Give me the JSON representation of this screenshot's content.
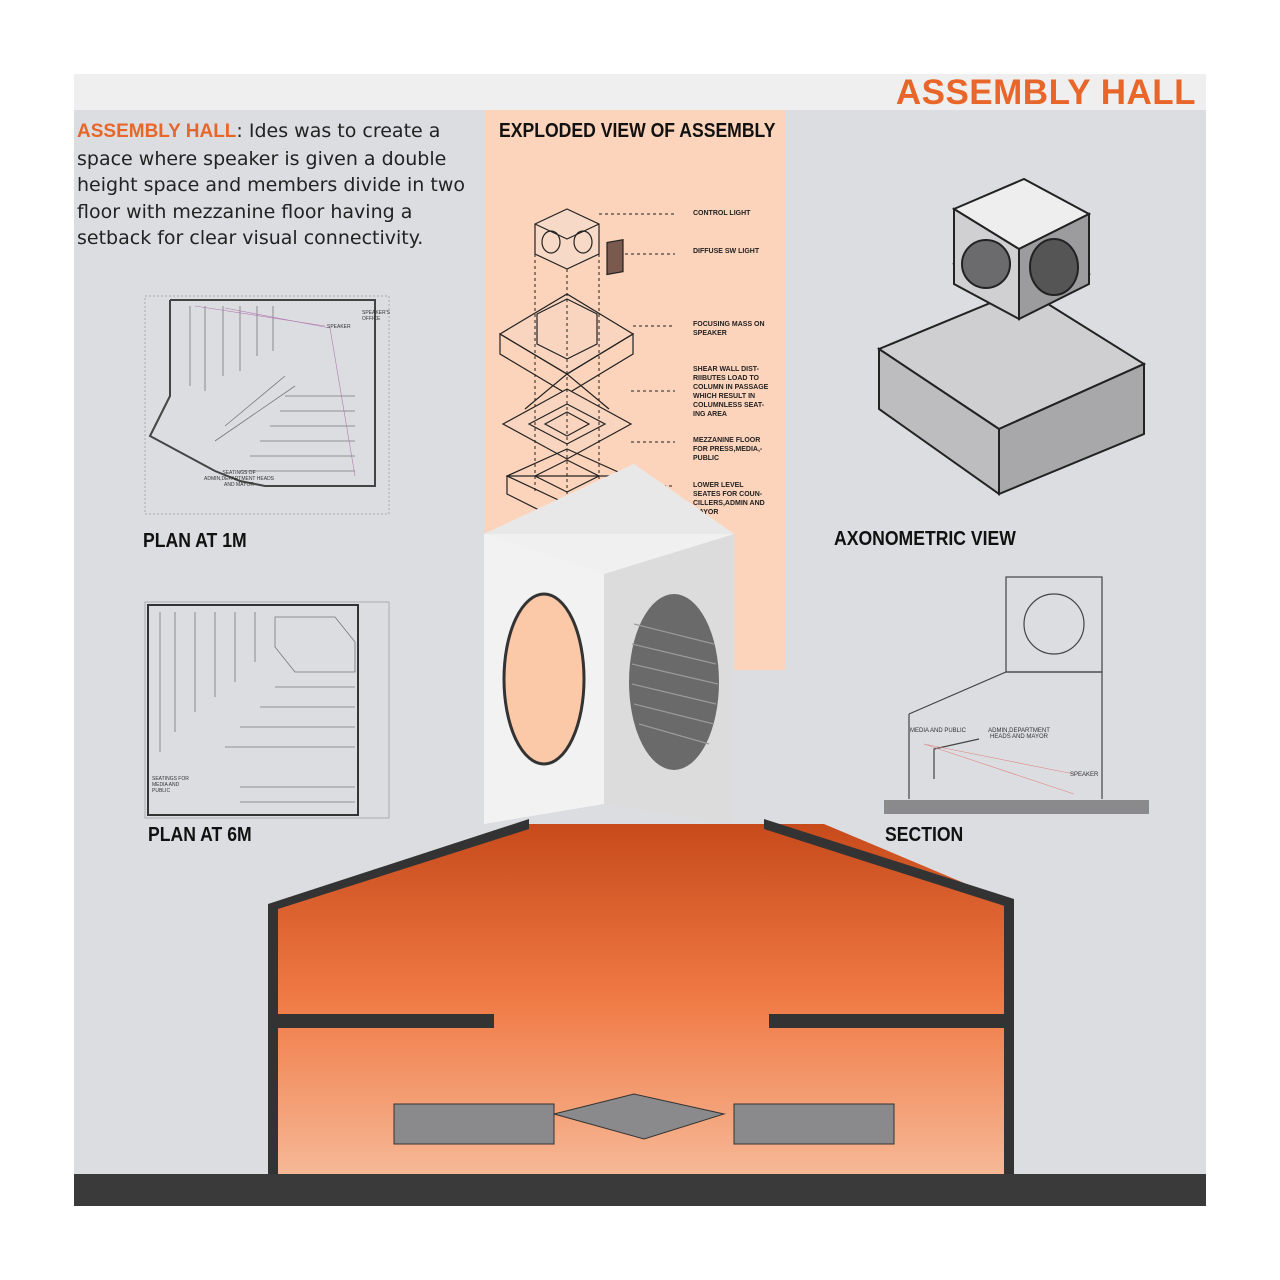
{
  "header": {
    "title": "ASSEMBLY HALL"
  },
  "intro": {
    "keyword": "ASSEMBLY HALL",
    "text": ": Ides was to create a space where speaker is given a double height space and members divide in two floor with mezzanine floor having a setback for clear visual connectivity."
  },
  "exploded": {
    "title": "EXPLODED VIEW OF ASSEMBLY",
    "notes": [
      "CONTROL LIGHT",
      "DIFFUSE SW LIGHT",
      "FOCUSING MASS ON\nSPEAKER",
      "SHEAR WALL DIST-\nRIIBUTES LOAD TO\nCOLUMN IN PASSAGE\nWHICH RESULT IN\nCOLUMNLESS SEAT-\nING AREA",
      "MEZZANINE FLOOR\nFOR PRESS,MEDIA,-\nPUBLIC",
      "LOWER LEVEL\nSEATES FOR COUN-\nCILLERS,ADMIN AND\nMAYOR"
    ]
  },
  "plan1": {
    "label": "PLAN AT 1M",
    "speaker": "SPEAKER",
    "office": "SPEAKER'S OFFICE",
    "seating": "SEATINGS OF ADMIN,DEPARTMENT HEADS AND MAYOR"
  },
  "plan2": {
    "label": "PLAN AT 6M",
    "seating": "SEATINGS FOR MEDIA AND PUBLIC"
  },
  "axonometric": {
    "label": "AXONOMETRIC VIEW"
  },
  "section": {
    "label": "SECTION",
    "media": "MEDIA AND PUBLIC",
    "admin": "ADMIN,DEPARTMENT HEADS AND MAYOR",
    "speaker": "SPEAKER"
  },
  "colors": {
    "accent": "#e8662a",
    "peach": "#fcd3bb",
    "background": "#dcdde1"
  }
}
